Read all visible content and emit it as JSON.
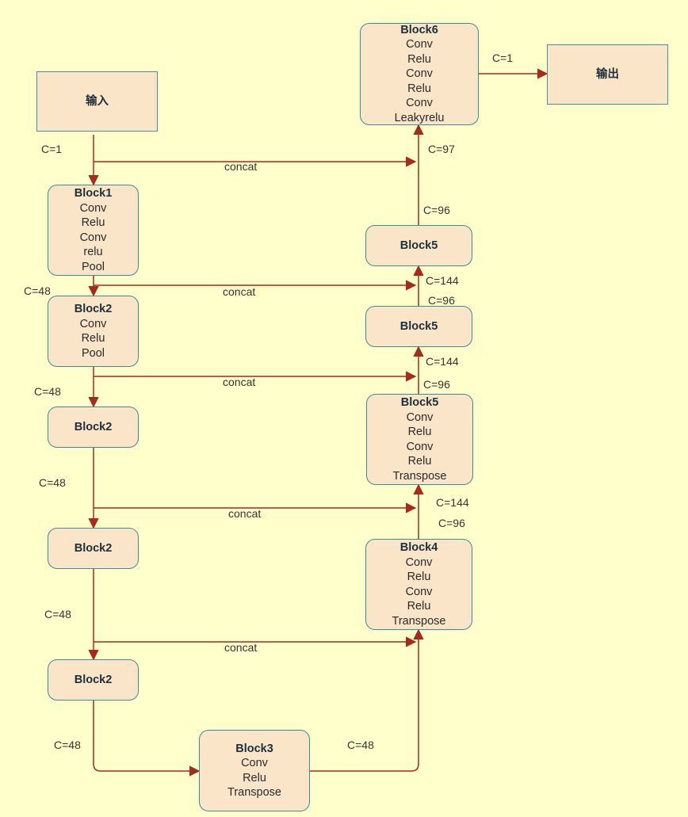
{
  "nodes": {
    "input": {
      "title": "输入"
    },
    "output": {
      "title": "输出"
    },
    "block1": {
      "title": "Block1",
      "lines": [
        "Conv",
        "Relu",
        "Conv",
        "relu",
        "Pool"
      ]
    },
    "block2a": {
      "title": "Block2",
      "lines": [
        "Conv",
        "Relu",
        "Pool"
      ]
    },
    "block2b": {
      "title": "Block2"
    },
    "block2c": {
      "title": "Block2"
    },
    "block2d": {
      "title": "Block2"
    },
    "block3": {
      "title": "Block3",
      "lines": [
        "Conv",
        "Relu",
        "Transpose"
      ]
    },
    "block4": {
      "title": "Block4",
      "lines": [
        "Conv",
        "Relu",
        "Conv",
        "Relu",
        "Transpose"
      ]
    },
    "block5a": {
      "title": "Block5",
      "lines": [
        "Conv",
        "Relu",
        "Conv",
        "Relu",
        "Transpose"
      ]
    },
    "block5b": {
      "title": "Block5"
    },
    "block5c": {
      "title": "Block5"
    },
    "block6": {
      "title": "Block6",
      "lines": [
        "Conv",
        "Relu",
        "Conv",
        "Relu",
        "Conv",
        "Leakyrelu"
      ]
    }
  },
  "labels": {
    "c_input": "C=1",
    "c_output": "C=1",
    "c_block1": "C=48",
    "c_block2a": "C=48",
    "c_block2b": "C=48",
    "c_block2c": "C=48",
    "c_block2d": "C=48",
    "c_block3": "C=48",
    "c_block4_out": "C=96",
    "c_block5a_in": "C=144",
    "c_block5a_out": "C=96",
    "c_block5b_in": "C=144",
    "c_block5b_out": "C=96",
    "c_block5c_in": "C=144",
    "c_block5c_out": "C=96",
    "c_block6_in": "C=97",
    "concat_1": "concat",
    "concat_2": "concat",
    "concat_3": "concat",
    "concat_4": "concat",
    "concat_5": "concat"
  },
  "colors": {
    "arrow": "#a52a1f",
    "node_fill": "#fae5c9",
    "node_border": "#3a8c95",
    "background": "#ffffcc"
  }
}
